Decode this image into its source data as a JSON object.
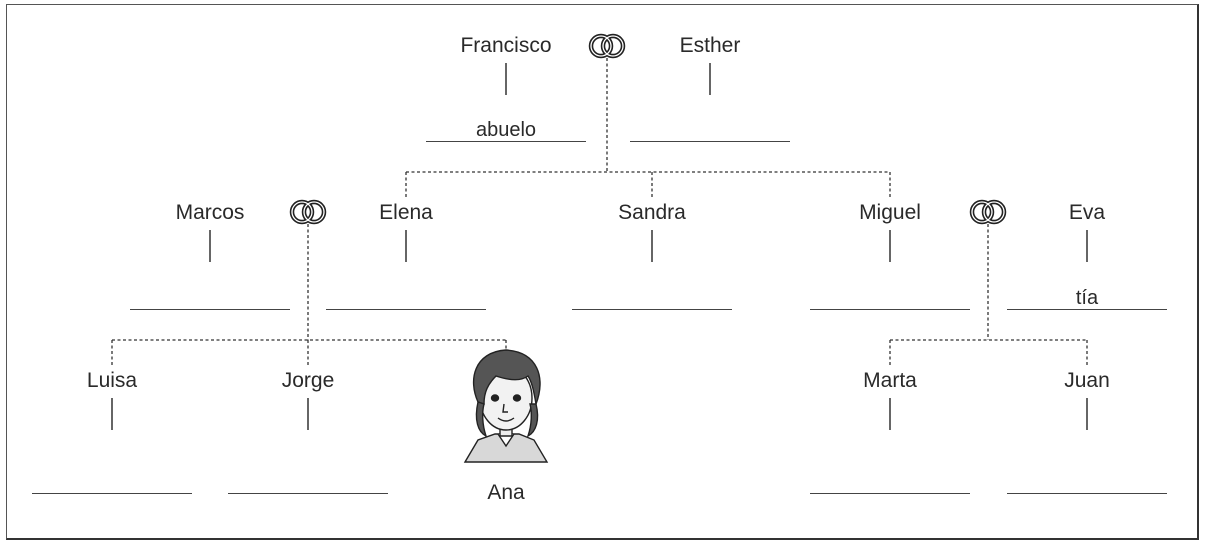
{
  "title": "",
  "people": {
    "francisco": "Francisco",
    "esther": "Esther",
    "marcos": "Marcos",
    "elena": "Elena",
    "sandra": "Sandra",
    "miguel": "Miguel",
    "eva": "Eva",
    "luisa": "Luisa",
    "jorge": "Jorge",
    "ana": "Ana",
    "marta": "Marta",
    "juan": "Juan"
  },
  "answers": {
    "francisco": "abuelo",
    "esther": "",
    "marcos": "",
    "elena": "",
    "sandra": "",
    "miguel": "",
    "eva": "tía",
    "luisa": "",
    "jorge": "",
    "marta": "",
    "juan": ""
  },
  "icons": {
    "marriage": "wedding-rings-icon",
    "portrait": "girl-portrait-icon"
  },
  "colors": {
    "line": "#333333",
    "text": "#2a2a2a"
  }
}
